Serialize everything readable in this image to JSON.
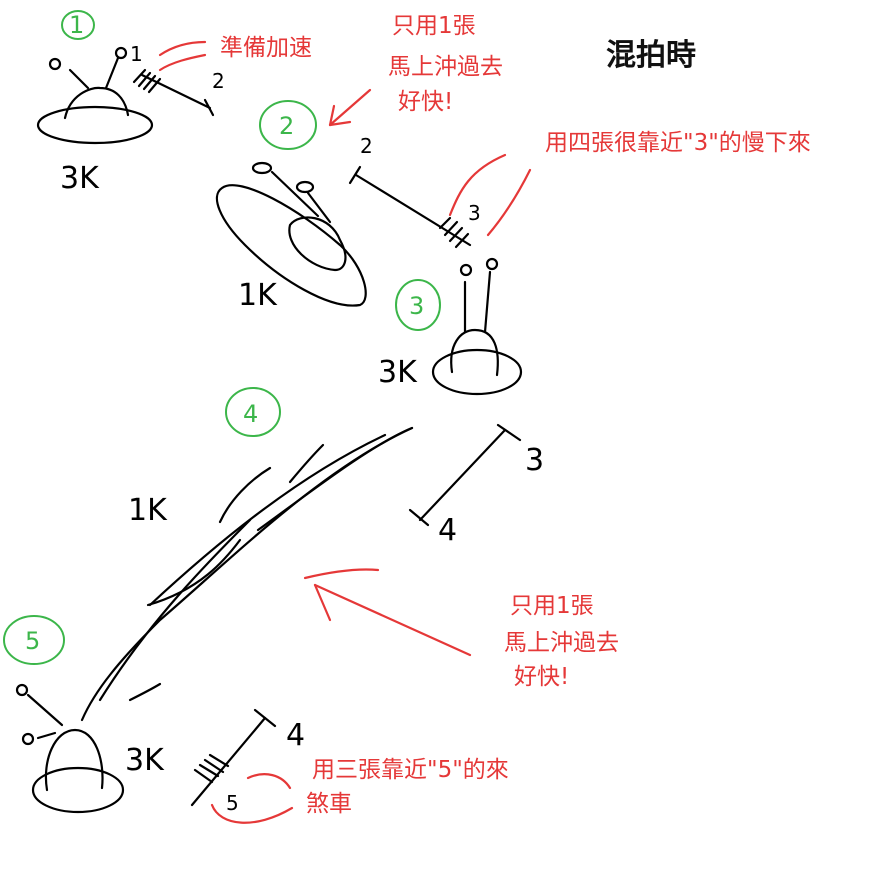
{
  "title": "混拍時",
  "notes": {
    "prepare": "準備加速",
    "fast_1_line1": "只用1張",
    "fast_1_line2": "馬上沖過去",
    "fast_1_line3": "好快!",
    "slow_3": "用四張很靠近\"3\"的慢下來",
    "fast_2_line1": "只用1張",
    "fast_2_line2": "馬上沖過去",
    "fast_2_line3": "好快!",
    "brake_5_line1": "用三張靠近\"5\"的來",
    "brake_5_line2": "煞車"
  },
  "steps": [
    "1",
    "2",
    "3",
    "4",
    "5"
  ],
  "speeds": {
    "s1": "3K",
    "s2": "1K",
    "s3": "3K",
    "s4": "1K",
    "s5": "3K"
  },
  "scale_marks": {
    "a1": "1",
    "a2": "2",
    "b2": "2",
    "b3": "3",
    "c3": "3",
    "c4": "4",
    "d4": "4",
    "d5": "5"
  },
  "colors": {
    "annotation": "#e53838",
    "step_circle": "#3cb64a",
    "ink": "#000000"
  }
}
